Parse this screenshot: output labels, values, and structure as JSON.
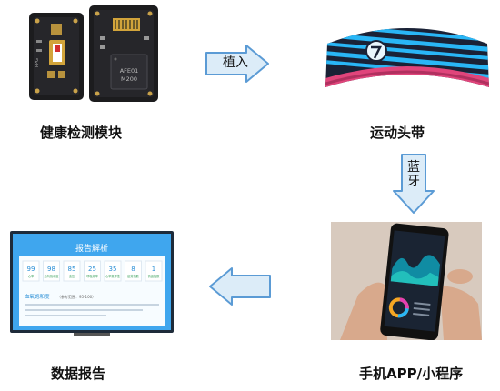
{
  "nodes": {
    "module": {
      "caption": "健康检测模块",
      "chip_marks": [
        "AFE01",
        "M200"
      ],
      "board_label": "PPG"
    },
    "headband": {
      "caption": "运动头带"
    },
    "phone": {
      "caption": "手机APP/小程序"
    },
    "report": {
      "caption": "数据报告",
      "screen_title": "报告解析",
      "stats": [
        {
          "value": "99",
          "label": "心率"
        },
        {
          "value": "98",
          "label": "血氧饱和度"
        },
        {
          "value": "85",
          "label": "血压"
        },
        {
          "value": "25",
          "label": "呼吸频率"
        },
        {
          "value": "35",
          "label": "心率变异性"
        },
        {
          "value": "8",
          "label": "疲劳指数"
        },
        {
          "value": "1",
          "label": "情绪指数"
        }
      ],
      "section_title": "血氧饱和度",
      "section_note": "（参考范围：95-100）"
    }
  },
  "arrows": {
    "implant": "植入",
    "bluetooth_line1": "蓝",
    "bluetooth_line2": "牙"
  },
  "colors": {
    "arrow_fill": "#dcecf8",
    "arrow_stroke": "#5b9bd5",
    "tv_screen": "#3fa6ee",
    "highlight": "#e53fb1"
  }
}
